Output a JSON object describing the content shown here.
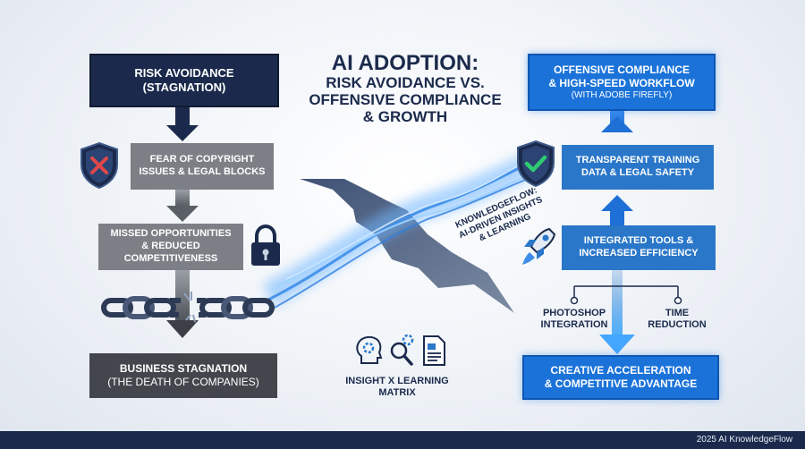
{
  "title": {
    "line1": "AI ADOPTION:",
    "line2": "RISK AVOIDANCE vs.",
    "line3": "OFFENSIVE COMPLIANCE",
    "line4": "& GROWTH"
  },
  "left_flow": {
    "box1": {
      "line1": "RISK AVOIDANCE",
      "line2": "(STAGNATION)"
    },
    "box2": {
      "line1": "FEAR OF COPYRIGHT",
      "line2": "ISSUES & LEGAL BLOCKS"
    },
    "box3": {
      "line1": "MISSED OPPORTUNITIES",
      "line2": "& REDUCED",
      "line3": "COMPETITIVENESS"
    },
    "box4": {
      "line1": "BUSINESS STAGNATION",
      "line2": "(THE DEATH OF COMPANIES)"
    }
  },
  "right_flow": {
    "box1": {
      "line1": "OFFENSIVE COMPLIANCE",
      "line2": "& HIGH-SPEED WORKFLOW",
      "line3": "(WITH ADOBE FIREFLY)"
    },
    "box2": {
      "line1": "TRANSPARENT TRAINING",
      "line2": "DATA & LEGAL SAFETY"
    },
    "box3": {
      "line1": "INTEGRATED TOOLS &",
      "line2": "INCREASED EFFICIENCY"
    },
    "branch_left": {
      "line1": "PHOTOSHOP",
      "line2": "INTEGRATION"
    },
    "branch_right": {
      "line1": "TIME",
      "line2": "REDUCTION"
    },
    "box4": {
      "line1": "CREATIVE ACCELERATION",
      "line2": "& COMPETITIVE ADVANTAGE"
    }
  },
  "center": {
    "stream_label": {
      "line1": "KNOWLEDGEFLOW:",
      "line2": "AI-DRIVEN INSIGHTS",
      "line3": "& LEARNING"
    },
    "matrix_label": {
      "line1": "INSIGHT x LEARNING",
      "line2": "MATRIX"
    }
  },
  "icons": [
    "shield-x-icon",
    "padlock-icon",
    "broken-chain-icon",
    "shield-check-icon",
    "rocket-icon",
    "gear-head-icon",
    "magnifier-gear-icon",
    "document-icon"
  ],
  "colors": {
    "navy": "#1b2a4c",
    "gray": "#7c8086",
    "blue": "#1b73d9",
    "red": "#e04848",
    "green": "#2ecc71"
  },
  "footer": {
    "text": "2025 AI KnowledgeFlow"
  }
}
